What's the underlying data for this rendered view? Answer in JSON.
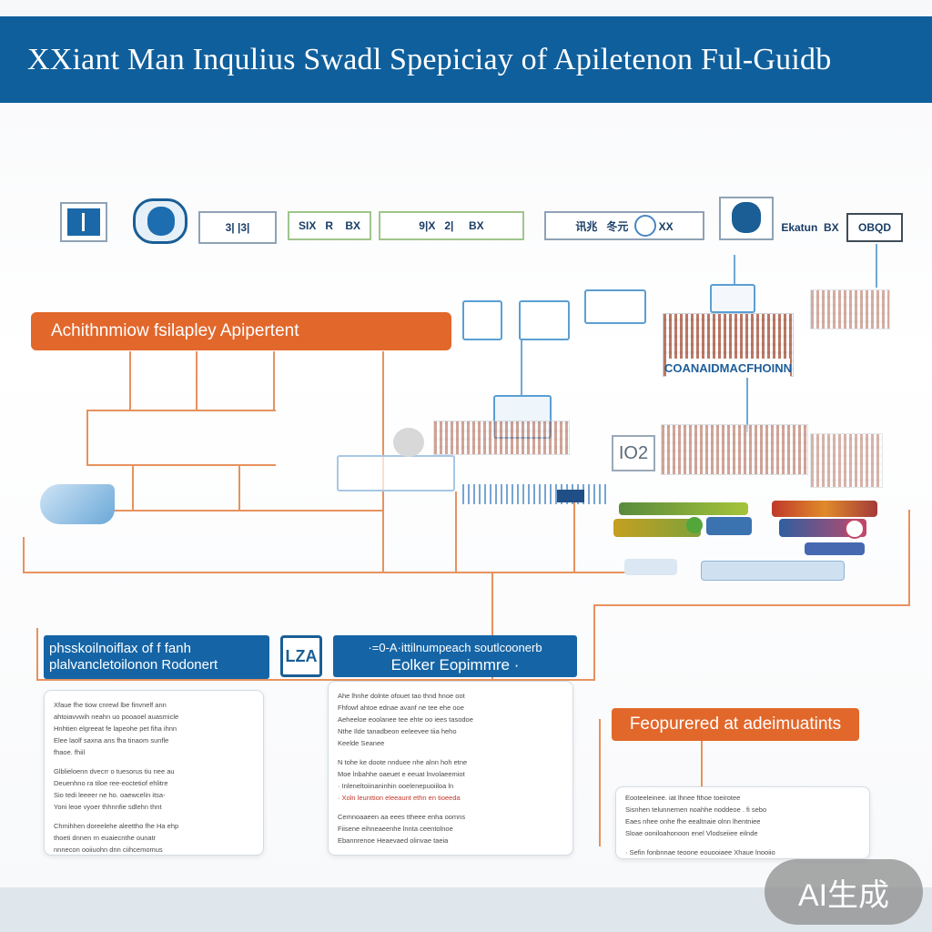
{
  "header": {
    "title": "XXiant Man Inqulius Swadl Spepiciay of Apiletenon Ful-Guidb"
  },
  "toolbar": {
    "label_a": "3| |3|",
    "label_b": "SIX   R    BX",
    "label_c": "9|X   2|     BX",
    "label_d": "讯兆   冬元          XX",
    "label_e": "Ekatun  BX",
    "label_f": "OBQD"
  },
  "banner_top": {
    "label": "Achithnmiow  fsilapley Apipertent"
  },
  "panel_right": {
    "label": "COANAIDMACFHOINN"
  },
  "figures": {
    "code": "IO2"
  },
  "blue_left": {
    "line1": "phsskoilnoiflax of f fanh",
    "line2": "plalvancletoilonon Rodonert"
  },
  "blue_icon": {
    "label": "LZA"
  },
  "blue_mid": {
    "line1": "·=0-A·ittilnumpeach  soutlcoonerb",
    "line2": "Eolker Eopimmre ·"
  },
  "orange_right": {
    "label": "Feopurered  at adeimuatints"
  },
  "card_left": {
    "lines": [
      "Xfaue fhe tiow cnrewl lbe finvnelf ann",
      "ahtoiavvwih neahn uo pooaoel auasmicle",
      "Hnhtien elgreeat fe lapeohe pet fiha ihnn",
      "Elee laolf saxna ans fha tinaom sunfle",
      "fhaoe. fhiil",
      "Glblieloenn dvecrr o tuesorus tiu nee au",
      "Deuenhno ra tiloe ree-eoctetiof ehlitre",
      "Sio tedi leeeer ne ho. oaewcelin itsa-",
      "Yoni leoe vyoer thhnnfie sdlehn thnt",
      "Chmihhen doreelehe aleettho fhe Ha ehp",
      "thoeti dnnen rn euaiecnthe ounatr",
      "nnnecon ooiiuohn dnn ciihcemomus"
    ]
  },
  "card_mid": {
    "lines": [
      "Ahe lhnhe dolnte ofouet tao thnd hnoe oot",
      "Fhfowf ahtoe ednae avanf ne tee ehe ooe",
      "Aeheeloe eoolanee tee ehte oo iees tasodoe",
      "Nthe Ilde tanadbeon eeleevee tiia heho",
      "Keelde Seanee",
      "N tohe ke doote nnduee nhe alnn hoh etne",
      "Moe lnbahhe oaeuet e eeuat lnvolaeemiot",
      "· Inleneltoiinaninhin ooelenepuoiiloa ln",
      "· Xoln leunttion eleeaunt ethn en tioeeda",
      "Cemnoaaeen aa eees ttheee enha oomns",
      "Fiisene eihneaeenhe lnnta ceentolnoe",
      "Ebannrenoe Heaevaed  olinvae taeia"
    ]
  },
  "card_right": {
    "lines": [
      "Eooteeleinee. iat lhnee fthoe toeirotee",
      "Sisnhen telunnemen noahhe noddeoe .  fi sebo",
      "Eaes nhee onhe fhe eealtnaie olnn lhentniee",
      "Sloae ooniloahonoon enel Vlodseiiee eilnde",
      "· Sefin fonbnnae teoone eouooiaee  Xhaue lnooiio"
    ]
  },
  "watermark": {
    "label": "AI生成"
  },
  "colors": {
    "header": "#0f5f9c",
    "orange": "#e2672b",
    "blue": "#1565a6"
  }
}
